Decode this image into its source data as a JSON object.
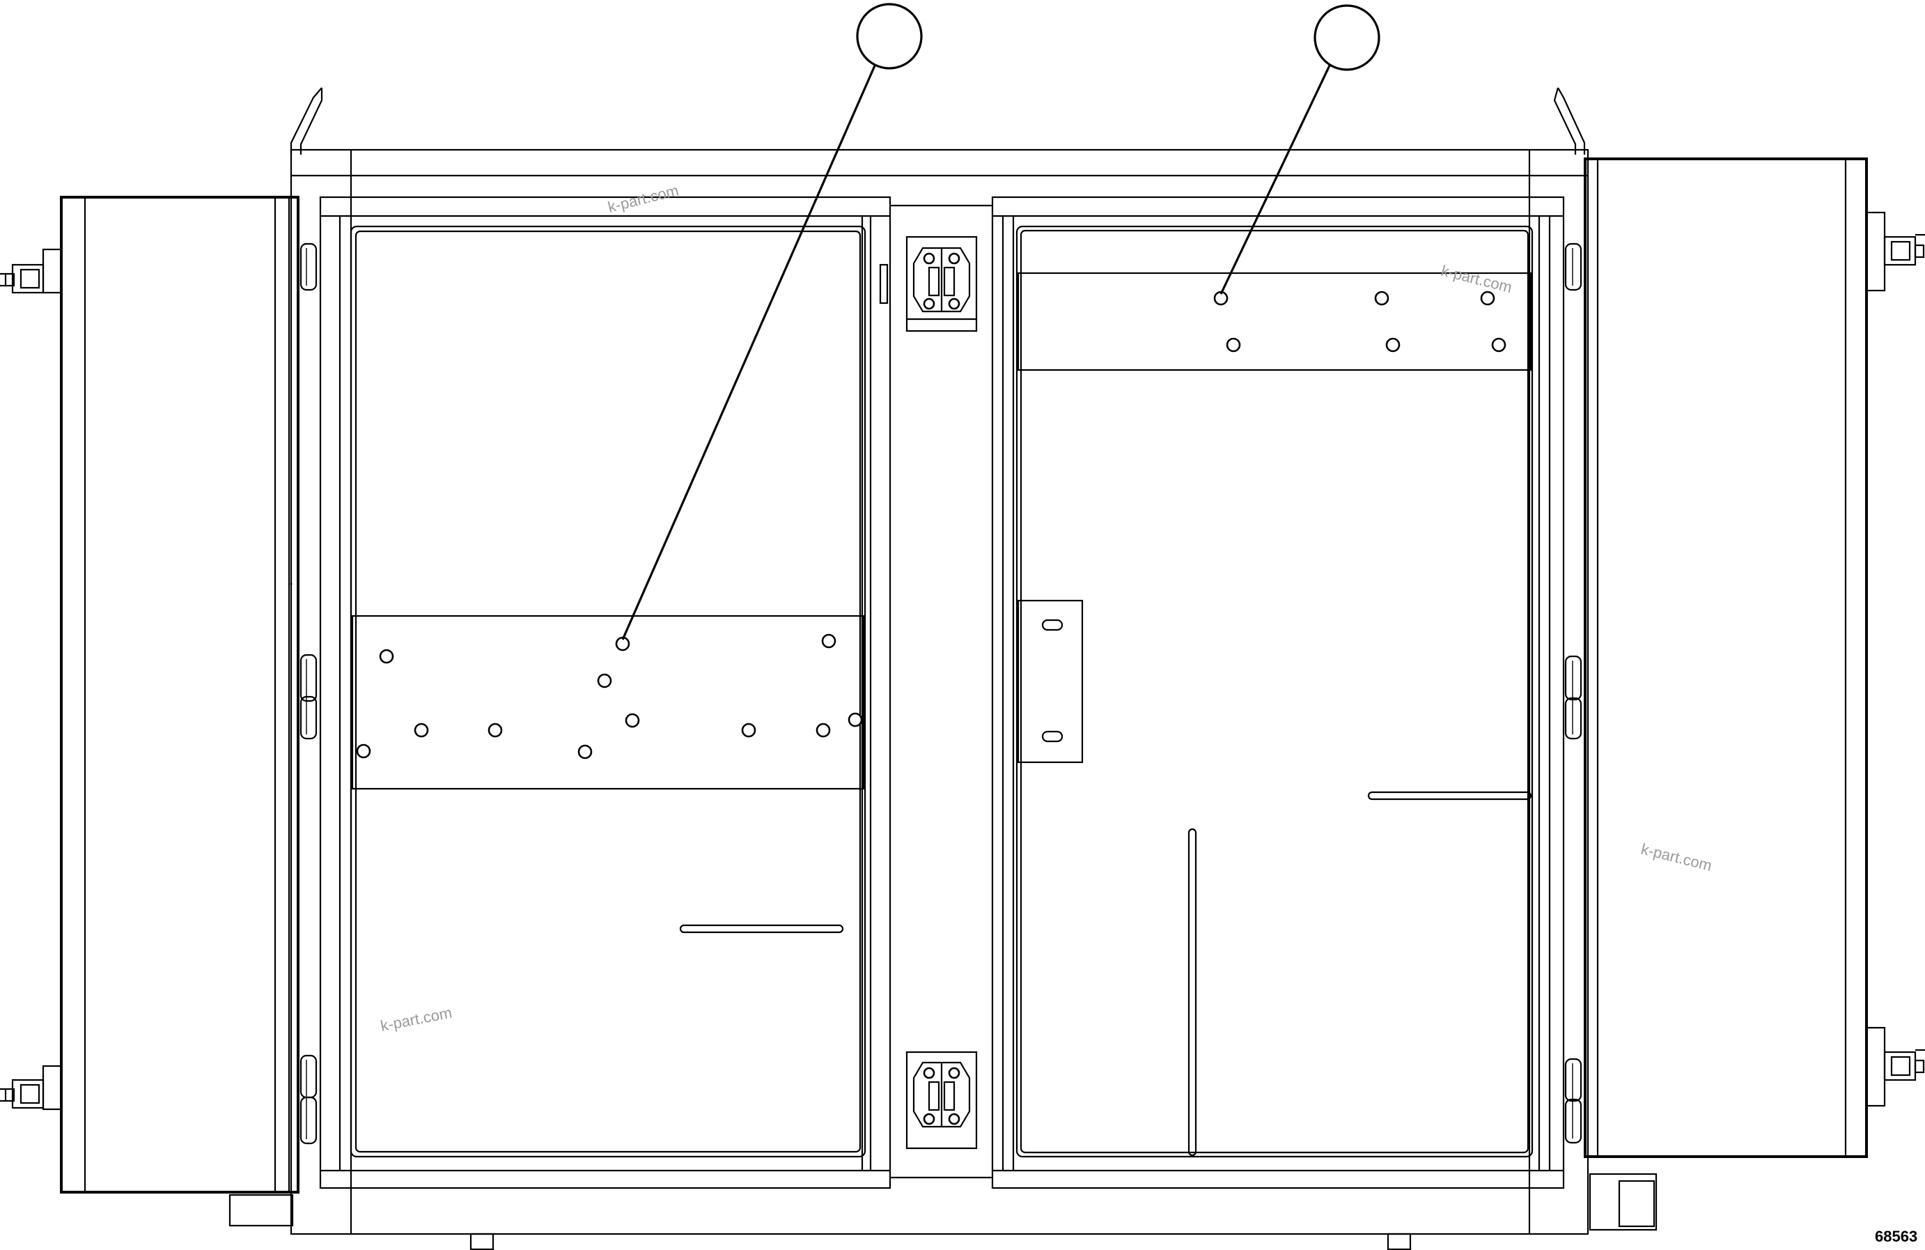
{
  "figure_number": "68563",
  "watermark_text": "k-part.com",
  "callouts": [
    {
      "id": "callout-left",
      "label": ""
    },
    {
      "id": "callout-right",
      "label": ""
    }
  ]
}
